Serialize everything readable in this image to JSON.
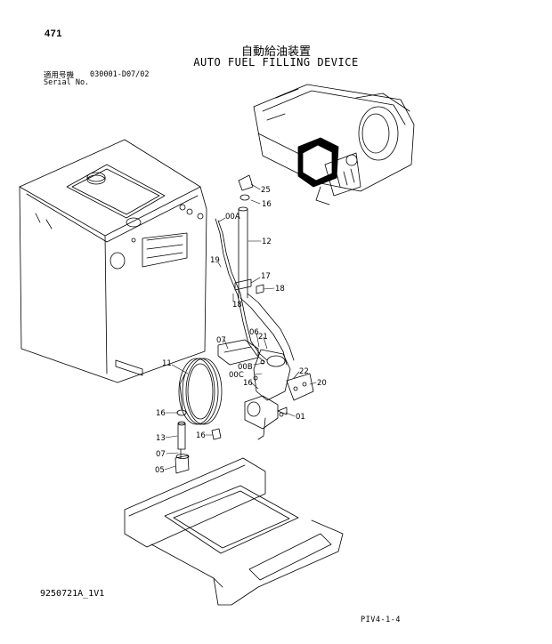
{
  "header": {
    "page_number": "471",
    "title_jp": "自動給油装置",
    "title_en": "AUTO FUEL FILLING DEVICE",
    "serial_label_jp": "適用号機",
    "serial_value": "030001-D07/02",
    "serial_label_en": "Serial No."
  },
  "footer": {
    "figure_code": "9250721A_1V1",
    "page_code": "PIV4-1-4"
  },
  "callouts": [
    {
      "id": "25",
      "text": "25"
    },
    {
      "id": "16a",
      "text": "16"
    },
    {
      "id": "00A",
      "text": "00A"
    },
    {
      "id": "12",
      "text": "12"
    },
    {
      "id": "19",
      "text": "19"
    },
    {
      "id": "17",
      "text": "17"
    },
    {
      "id": "18a",
      "text": "18"
    },
    {
      "id": "18b",
      "text": "18"
    },
    {
      "id": "07a",
      "text": "07"
    },
    {
      "id": "06",
      "text": "06"
    },
    {
      "id": "21",
      "text": "21"
    },
    {
      "id": "11",
      "text": "11"
    },
    {
      "id": "00B",
      "text": "00B"
    },
    {
      "id": "00C",
      "text": "00C"
    },
    {
      "id": "16b",
      "text": "16"
    },
    {
      "id": "22",
      "text": "22"
    },
    {
      "id": "20",
      "text": "20"
    },
    {
      "id": "01",
      "text": "01"
    },
    {
      "id": "16c",
      "text": "16"
    },
    {
      "id": "16d",
      "text": "16"
    },
    {
      "id": "13",
      "text": "13"
    },
    {
      "id": "07b",
      "text": "07"
    },
    {
      "id": "05",
      "text": "05"
    }
  ]
}
